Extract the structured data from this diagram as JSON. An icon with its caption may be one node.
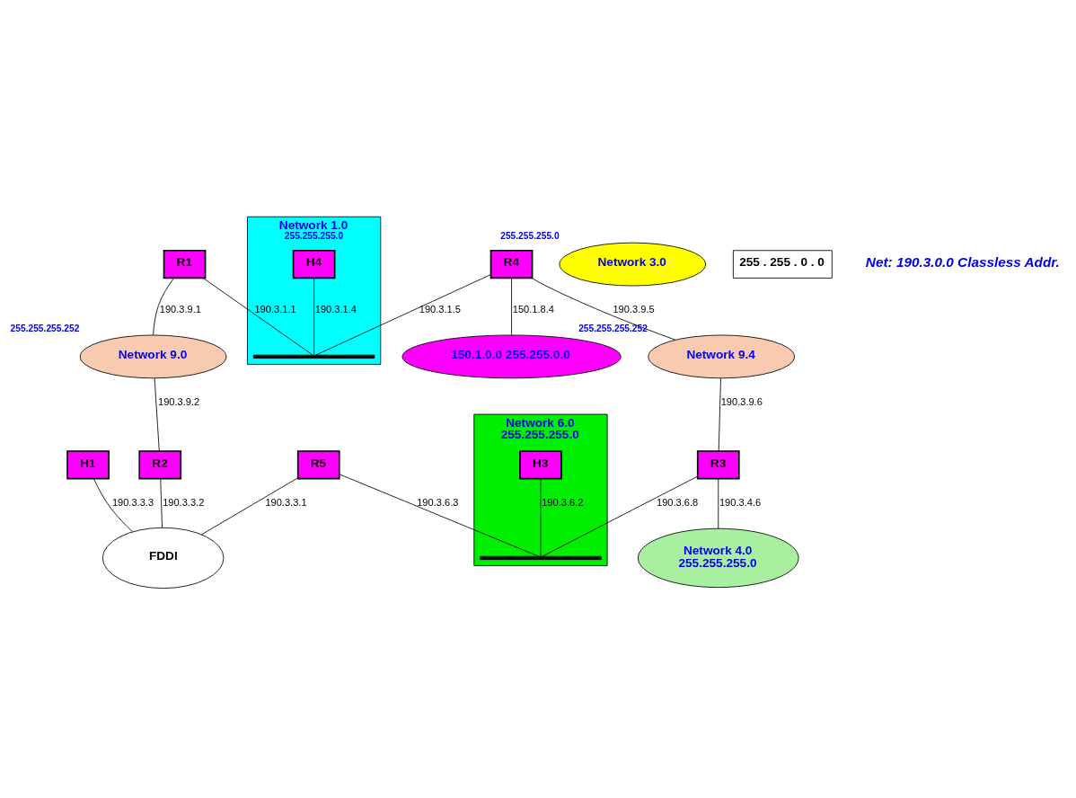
{
  "diagram": {
    "nodes": [
      {
        "text": [
          "Network 1.0"
        ],
        "beside": [
          "255.255.255.0"
        ]
      },
      {
        "text": [
          "150.1.0.0 255.255.0.0"
        ]
      },
      {
        "text": [
          "R1"
        ]
      },
      {
        "text": [
          "H4"
        ],
        "in": 0
      },
      {
        "text": [
          "R4"
        ]
      },
      {
        "text": [],
        "shape": "bar",
        "in": 0
      },
      {
        "text": [
          "Network 9.0"
        ],
        "beside": [
          "255.255.255.252"
        ]
      },
      {
        "text": [
          "Network 9.4"
        ],
        "beside": [
          "255.255.255.252"
        ]
      },
      {
        "text": [
          "Network 4.0",
          "255.255.255.0"
        ]
      },
      {
        "text": [
          "R2"
        ]
      },
      {
        "text": [
          "R3"
        ]
      },
      {
        "text": [
          "FDDI"
        ]
      },
      {
        "text": [
          "Network 6.0",
          "255.255.255.0"
        ]
      },
      {
        "text": [],
        "shape": "bar",
        "in": 12
      },
      {
        "text": [
          "H1"
        ]
      },
      {
        "text": [
          "R5"
        ]
      },
      {
        "text": [
          "H3"
        ],
        "in": 12
      },
      {
        "text": [
          "Network 3.0"
        ],
        "beside": [
          "255.255.255.0"
        ]
      },
      {
        "text": [
          "255 . 255 . 0 . 0"
        ]
      }
    ],
    "edges": [
      {
        "from": 2,
        "to": 5,
        "arrow": "none",
        "label": "190.3.1.1"
      },
      {
        "from": 3,
        "to": 5,
        "arrow": "none",
        "label": "190.3.1.4"
      },
      {
        "from": 4,
        "to": 5,
        "arrow": "none",
        "label": "190.3.1.5"
      },
      {
        "from": 4,
        "to": 1,
        "arrow": "none",
        "label": "150.1.8.4"
      },
      {
        "from": 2,
        "to": 6,
        "arrow": "none",
        "label": "190.3.9.1"
      },
      {
        "from": 6,
        "to": 9,
        "arrow": "none",
        "label": "190.3.9.2"
      },
      {
        "from": 4,
        "to": 7,
        "arrow": "none",
        "label": "190.3.9.5"
      },
      {
        "from": 7,
        "to": 10,
        "arrow": "none",
        "label": "190.3.9.6"
      },
      {
        "from": 10,
        "to": 8,
        "arrow": "none",
        "label": "190.3.4.6"
      },
      {
        "from": 9,
        "to": 11,
        "arrow": "none",
        "label": "190.3.3.2"
      },
      {
        "from": 15,
        "to": 11,
        "arrow": "none",
        "label": "190.3.3.1"
      },
      {
        "from": 14,
        "to": 11,
        "arrow": "none",
        "label": "190.3.3.3"
      },
      {
        "from": 10,
        "to": 13,
        "arrow": "none",
        "label": "190.3.6.8"
      },
      {
        "from": 15,
        "to": 13,
        "arrow": "none",
        "label": "190.3.6.3"
      },
      {
        "from": 16,
        "to": 13,
        "arrow": "none",
        "label": "190.3.6.2"
      }
    ],
    "labels": [
      "Net: 190.3.0.0 Classless Addr."
    ]
  }
}
